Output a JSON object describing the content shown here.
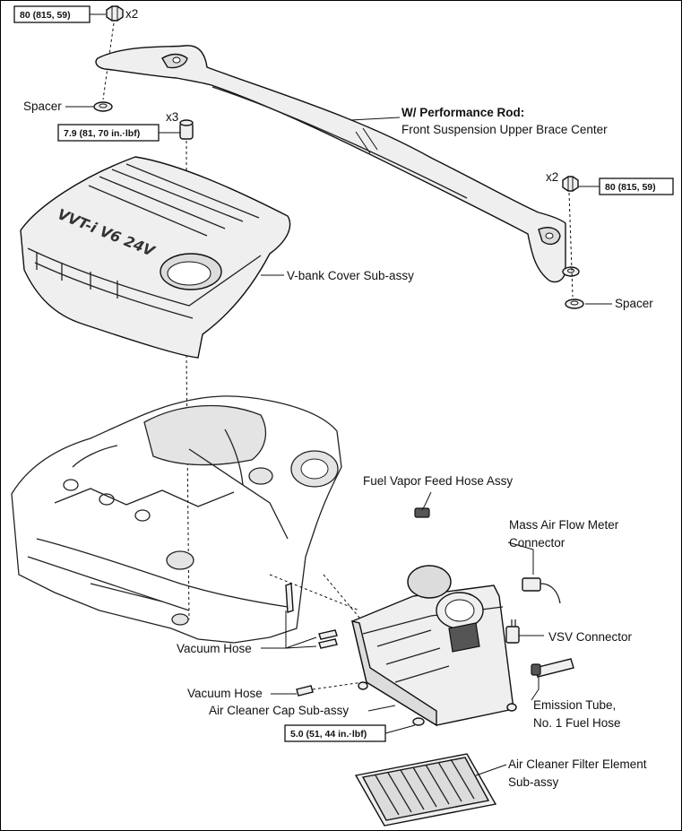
{
  "labels": {
    "spacer_left": "Spacer",
    "spacer_right": "Spacer",
    "performance_rod": "W/ Performance Rod:",
    "brace_center": "Front Suspension Upper Brace Center",
    "vbank_cover": "V-bank Cover Sub-assy",
    "fuel_vapor_hose": "Fuel Vapor Feed Hose Assy",
    "maf_connector_1": "Mass Air Flow Meter",
    "maf_connector_2": "Connector",
    "vsv_connector": "VSV Connector",
    "vacuum_hose_upper": "Vacuum Hose",
    "vacuum_hose_lower": "Vacuum Hose",
    "air_cleaner_cap": "Air Cleaner Cap Sub-assy",
    "emission_tube_1": "Emission Tube,",
    "emission_tube_2": "No. 1 Fuel Hose",
    "filter_element_1": "Air Cleaner Filter Element",
    "filter_element_2": "Sub-assy"
  },
  "torque_specs": {
    "top_left": "80 (815, 59)",
    "right": "80 (815, 59)",
    "cover_nut": "7.9 (81, 70 in.·lbf)",
    "air_cleaner": "5.0 (51, 44 in.·lbf)"
  },
  "quantities": {
    "top_left": "x2",
    "right": "x2",
    "cover_nut": "x3"
  },
  "emblem": {
    "text": "VVT-i V6 24V"
  }
}
